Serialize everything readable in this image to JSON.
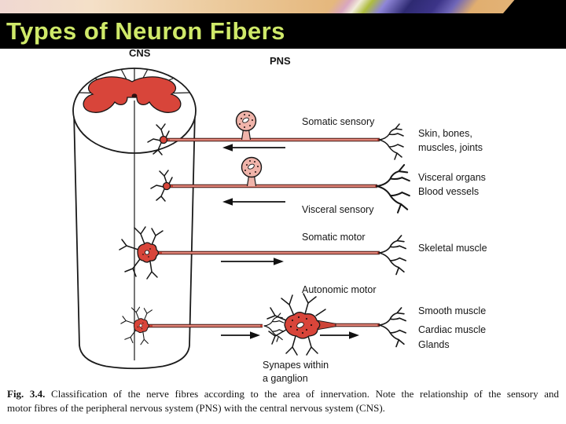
{
  "slide": {
    "title": "Types of Neuron Fibers"
  },
  "diagram": {
    "cns_label": "CNS",
    "pns_label": "PNS",
    "fibers": [
      {
        "label": "Somatic sensory",
        "arrow_direction": "left",
        "targets": [
          "Skin, bones,",
          "muscles, joints"
        ]
      },
      {
        "label": "Visceral sensory",
        "arrow_direction": "left",
        "targets": [
          "Visceral organs",
          "Blood vessels"
        ]
      },
      {
        "label": "Somatic motor",
        "arrow_direction": "right",
        "targets": [
          "Skeletal muscle"
        ]
      },
      {
        "label": "Autonomic motor",
        "arrow_direction": "right",
        "targets": [
          "Smooth  muscle",
          "Cardiac muscle",
          "Glands"
        ]
      }
    ],
    "ganglion_note": [
      "Synapes within",
      "a ganglion"
    ]
  },
  "caption": {
    "fig_label": "Fig. 3.4.",
    "line1": "Classification of the nerve fibres according to the area of innervation. Note the relationship of the sensory and",
    "line2": "motor fibres of the peripheral nervous system (PNS) with the central nervous system (CNS)."
  },
  "colors": {
    "title_text": "#cfe969",
    "title_bar": "#000000",
    "neuron_red": "#d8453a",
    "axon_red": "#cd4437",
    "ganglion_pink": "#f0b4aa"
  }
}
